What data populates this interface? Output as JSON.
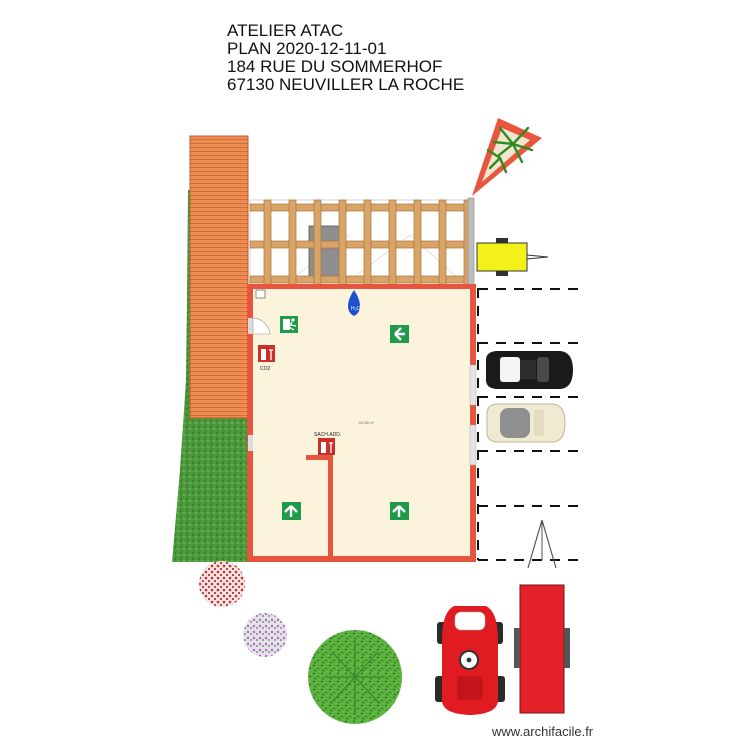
{
  "title_block": {
    "line1": "ATELIER ATAC",
    "line2": "PLAN 2020-12-11-01",
    "line3": "184 RUE DU SOMMERHOF",
    "line4": "67130 NEUVILLER LA ROCHE"
  },
  "labels": {
    "co2": "CO2",
    "sach_add": "SACH.ADD.",
    "room_area": "102.86 m²"
  },
  "credit": "www.archifacile.fr",
  "colors": {
    "wall": "#e8553f",
    "floor": "#fbf3dc",
    "deck": "#ec8a52",
    "pergola": "#d9a66b",
    "grass": "#3f8a3a",
    "exit_sign": "#1f9a4a",
    "extinguisher_sign": "#c9302c",
    "trailer_small": "#f2f21a",
    "trailer_large": "#e4222a",
    "mower": "#e01b22",
    "water_drop": "#1d4fd1"
  },
  "icons": [
    "emergency-exit-icon",
    "arrow-left-icon",
    "arrow-up-icon",
    "fire-extinguisher-icon",
    "water-drop-icon",
    "car-icon",
    "tree-icon",
    "bush-icon",
    "lawn-mower-icon",
    "trailer-icon",
    "palm-icon"
  ]
}
